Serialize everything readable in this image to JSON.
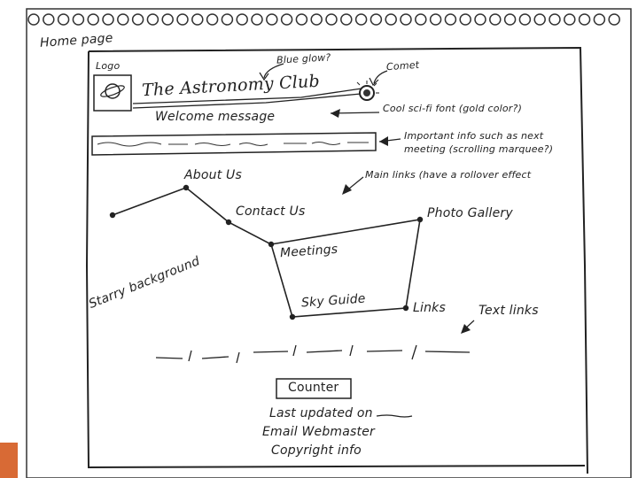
{
  "page_label": "Home page",
  "header": {
    "logo_label": "Logo",
    "title": "The Astronomy Club",
    "blue_glow_note": "Blue glow?",
    "comet_note": "Comet",
    "font_note": "Cool sci-fi font (gold color?)",
    "welcome_message": "Welcome message"
  },
  "marquee_note": {
    "line1": "Important info such as next",
    "line2": "meeting (scrolling marquee?)"
  },
  "main_links_note": "Main links (have a rollover effect",
  "nav_links": {
    "about": "About Us",
    "contact": "Contact Us",
    "meetings": "Meetings",
    "gallery": "Photo Gallery",
    "sky_guide": "Sky Guide",
    "links": "Links"
  },
  "background_note": "Starry background",
  "text_links_note": "Text links",
  "footer": {
    "counter": "Counter",
    "last_updated": "Last updated on",
    "email": "Email Webmaster",
    "copyright": "Copyright info"
  },
  "colors": {
    "ink": "#222222",
    "tab": "#d86a35"
  }
}
